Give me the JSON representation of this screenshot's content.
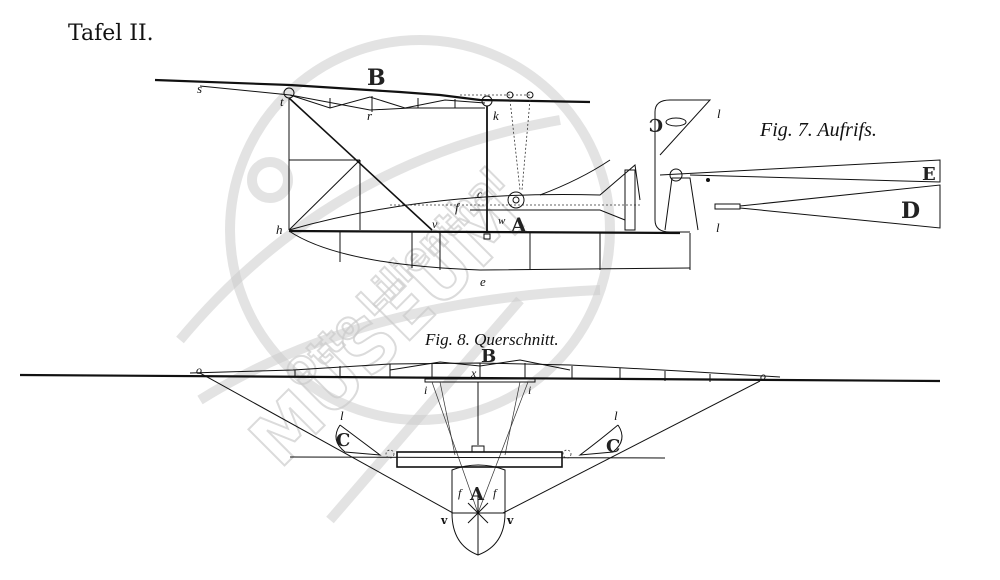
{
  "plate_title": "Tafel II.",
  "fig7": {
    "caption": "Fig. 7. Aufrifs.",
    "labels": {
      "s": "s",
      "t": "t",
      "B": "B",
      "r": "r",
      "k": "k",
      "h": "h",
      "v": "v",
      "c": "c",
      "f": "f",
      "w": "w",
      "A": "A",
      "e": "e",
      "l1": "l",
      "l2": "l",
      "C": "C",
      "E": "E",
      "D": "D"
    }
  },
  "fig8": {
    "caption": "Fig. 8. Querschnitt.",
    "labels": {
      "o1": "o",
      "o2": "o",
      "B": "B",
      "x": "x",
      "i1": "i",
      "i2": "i",
      "l1": "l",
      "l2": "l",
      "C1": "C",
      "C2": "C",
      "A": "A",
      "f1": "f",
      "f2": "f",
      "v1": "v",
      "v2": "v"
    }
  },
  "watermark": "Otto Lilienthal MUSEUM"
}
